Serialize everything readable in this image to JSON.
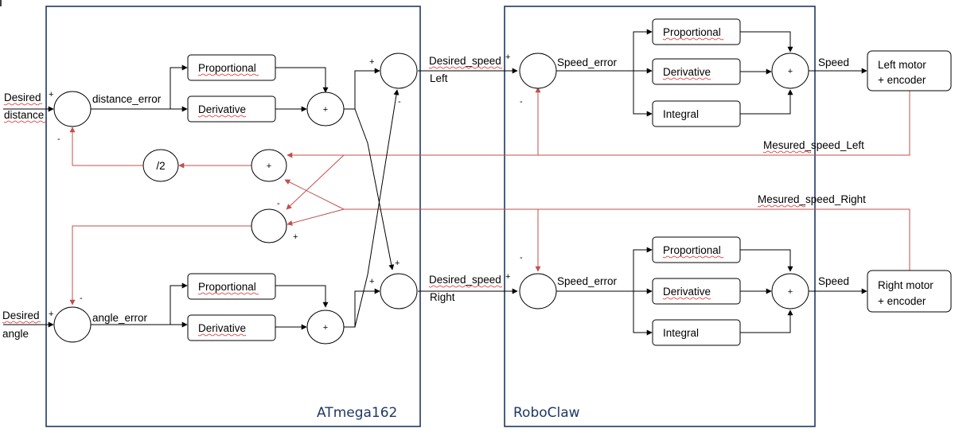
{
  "regions": {
    "atmega": "ATmega162",
    "roboclaw": "RoboClaw"
  },
  "inputs": {
    "desired_distance_1": "Desired",
    "desired_distance_2": "distance",
    "desired_angle_1": "Desired",
    "desired_angle_2": "angle"
  },
  "signals": {
    "distance_error": "distance_error",
    "angle_error": "angle_error",
    "desired_speed_left_1": "Desired_speed",
    "desired_speed_left_2": "Left",
    "desired_speed_right_1": "Desired_speed",
    "desired_speed_right_2": "Right",
    "speed_error_left": "Speed_error",
    "speed_error_right": "Speed_error",
    "speed_left": "Speed",
    "speed_right": "Speed",
    "measured_speed_left": "Mesured_speed_Left",
    "measured_speed_right": "Mesured_speed_Right"
  },
  "blocks": {
    "proportional": "Proportional",
    "derivative": "Derivative",
    "integral": "Integral",
    "divide_by_two": "/2",
    "left_motor_1": "Left motor",
    "left_motor_2": "+ encoder",
    "right_motor_1": "Right motor",
    "right_motor_2": "+ encoder"
  },
  "operators": {
    "sum": "+",
    "plus": "+",
    "minus": "-"
  },
  "colors": {
    "region_border": "#1f3864",
    "feedback_wire": "#c0504d",
    "signal_wire": "#000000"
  }
}
